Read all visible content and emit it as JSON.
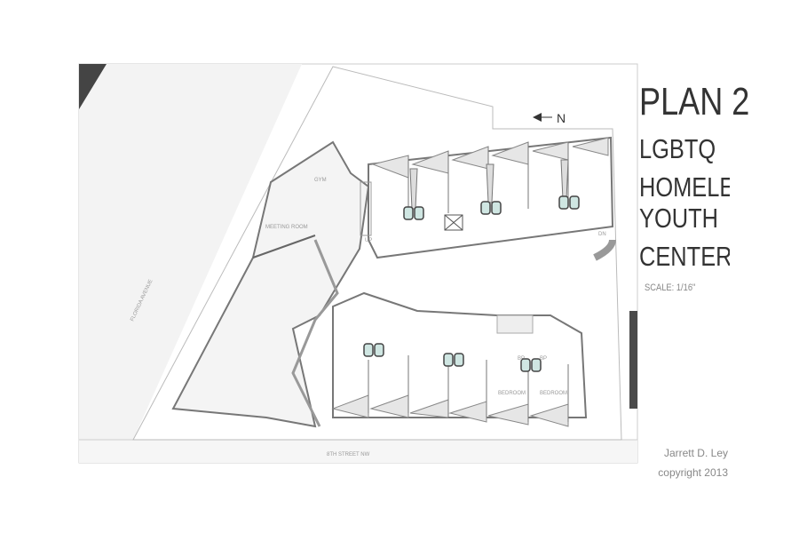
{
  "title": {
    "plan": "PLAN 2",
    "lines": [
      "LGBTQ",
      "HOMELESS",
      "YOUTH",
      "CENTER"
    ]
  },
  "scale": "SCALE: 1/16\"",
  "credit": {
    "author": "Jarrett D. Ley",
    "copyright": "copyright 2013"
  },
  "north_label": "N",
  "streets": {
    "west": "FLORIDA AVENUE",
    "south": "8TH STREET NW"
  },
  "rooms": {
    "gym": "GYM",
    "meeting": "MEETING ROOM",
    "bedroom_left": "BEDROOM",
    "bedroom_right": "BEDROOM",
    "bp1": "BP",
    "bp2": "BP"
  },
  "stairs": {
    "up": "UP",
    "down": "DN"
  },
  "colors": {
    "line": "#555555",
    "fill_light": "#f2f2f2",
    "accent_dark": "#4a4a4a",
    "glass": "#cfe6e2"
  }
}
